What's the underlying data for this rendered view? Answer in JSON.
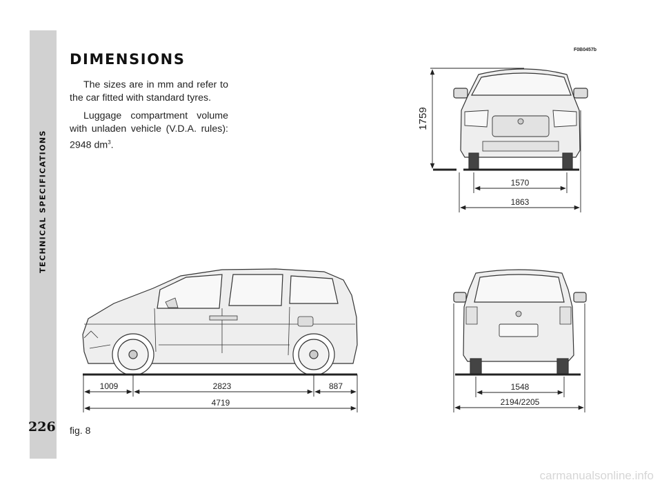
{
  "section_title": "TECHNICAL SPECIFICATIONS",
  "page_number": "226",
  "heading": "DIMENSIONS",
  "paragraph1": "The sizes are in mm and refer to the car fitted with standard tyres.",
  "paragraph2_main": "Luggage compartment volume with unladen vehicle (V.D.A. rules): 2948 dm",
  "paragraph2_sup": "3",
  "paragraph2_end": ".",
  "figure_code": "F0B0457b",
  "figure_label": "fig. 8",
  "dimensions": {
    "side_front_overhang": "1009",
    "side_wheelbase": "2823",
    "side_rear_overhang": "887",
    "side_length": "4719",
    "front_height": "1759",
    "front_track": "1570",
    "front_width": "1863",
    "rear_track": "1548",
    "rear_width": "2194/2205"
  },
  "watermark": "carmanualsonline.info"
}
